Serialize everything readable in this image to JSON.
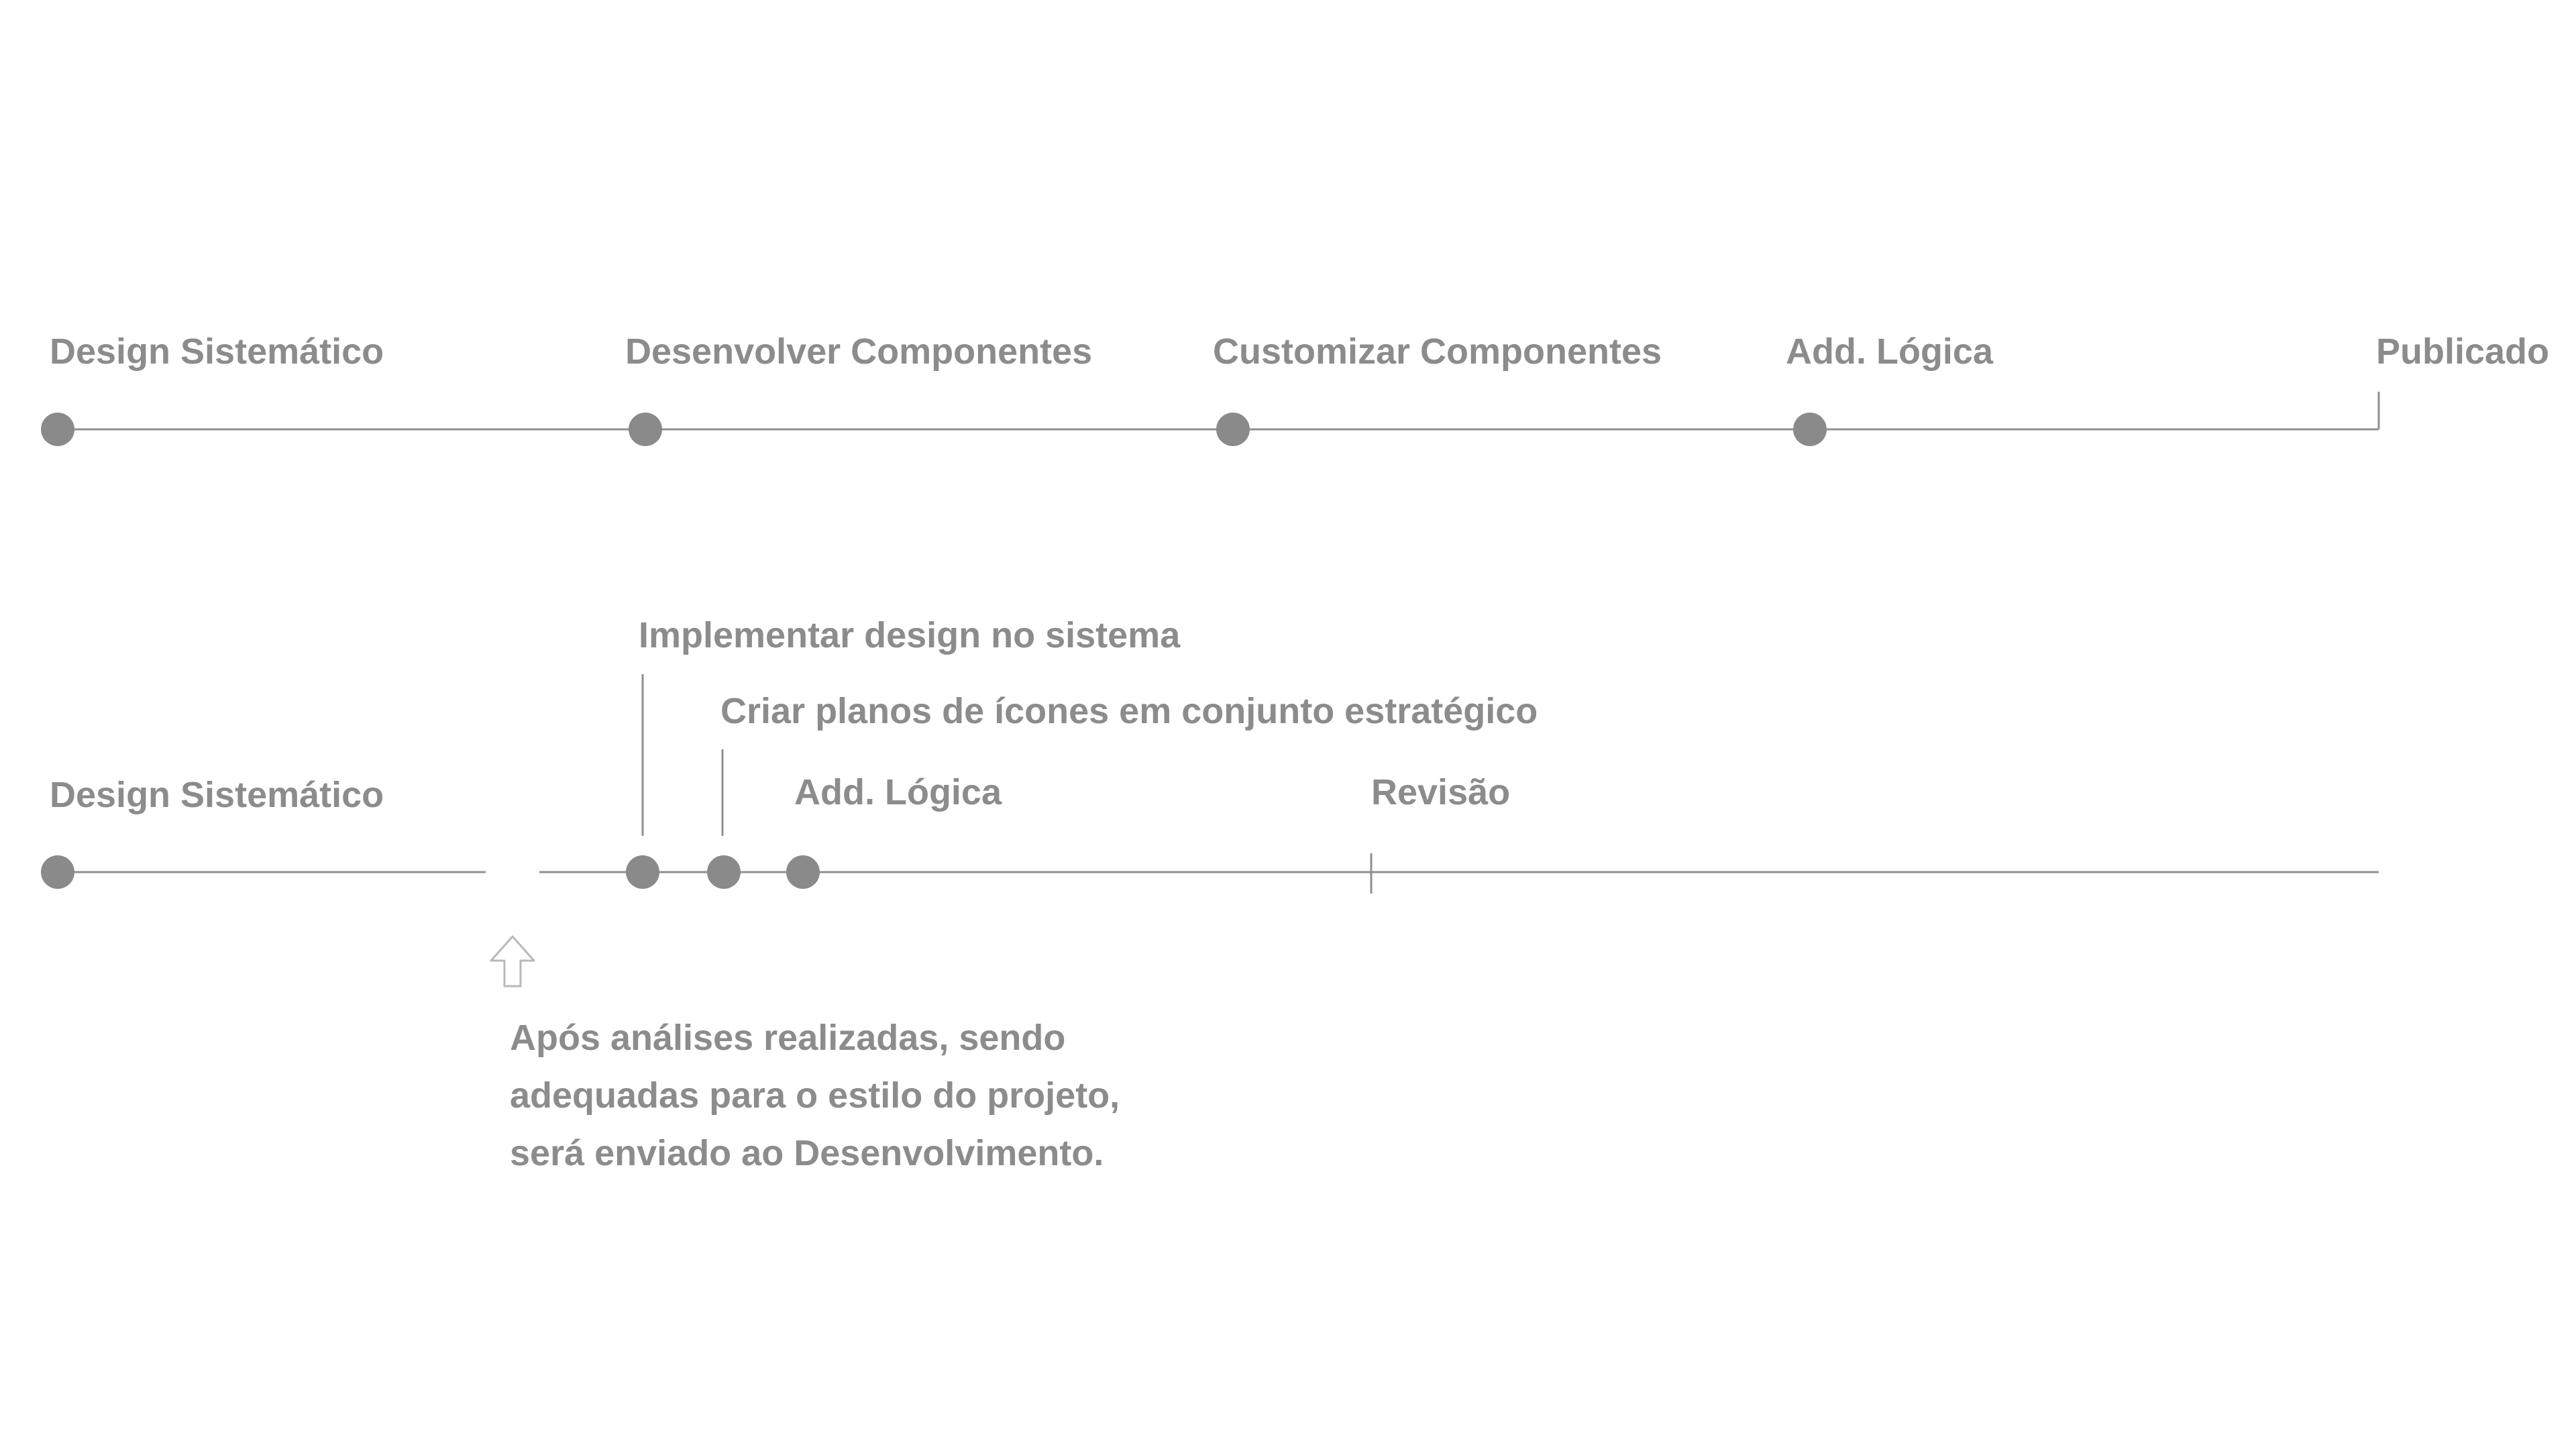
{
  "colors": {
    "line": "#8f8f8f",
    "dot": "#8a8a8a",
    "text": "#8c8c8c",
    "arrow": "#b8b8b8",
    "background": "#ffffff"
  },
  "timeline_top": {
    "stages": [
      {
        "label": "Design Sistemático",
        "marker": "dot"
      },
      {
        "label": "Desenvolver Componentes",
        "marker": "dot"
      },
      {
        "label": "Customizar Componentes",
        "marker": "dot"
      },
      {
        "label": "Add. Lógica",
        "marker": "dot"
      },
      {
        "label": "Publicado",
        "marker": "end-tick"
      }
    ]
  },
  "timeline_bottom": {
    "stages": [
      {
        "label": "Design Sistemático",
        "marker": "dot"
      },
      {
        "label": "Implementar design no sistema",
        "marker": "dot"
      },
      {
        "label": "Criar planos de ícones em conjunto estratégico",
        "marker": "dot"
      },
      {
        "label": "Add. Lógica",
        "marker": "dot"
      },
      {
        "label": "Revisão",
        "marker": "tick"
      }
    ],
    "gap_arrow_icon": "arrow-up-icon",
    "note_lines": [
      "Após análises realizadas, sendo",
      "adequadas para o estilo do projeto,",
      "será enviado ao Desenvolvimento."
    ]
  }
}
